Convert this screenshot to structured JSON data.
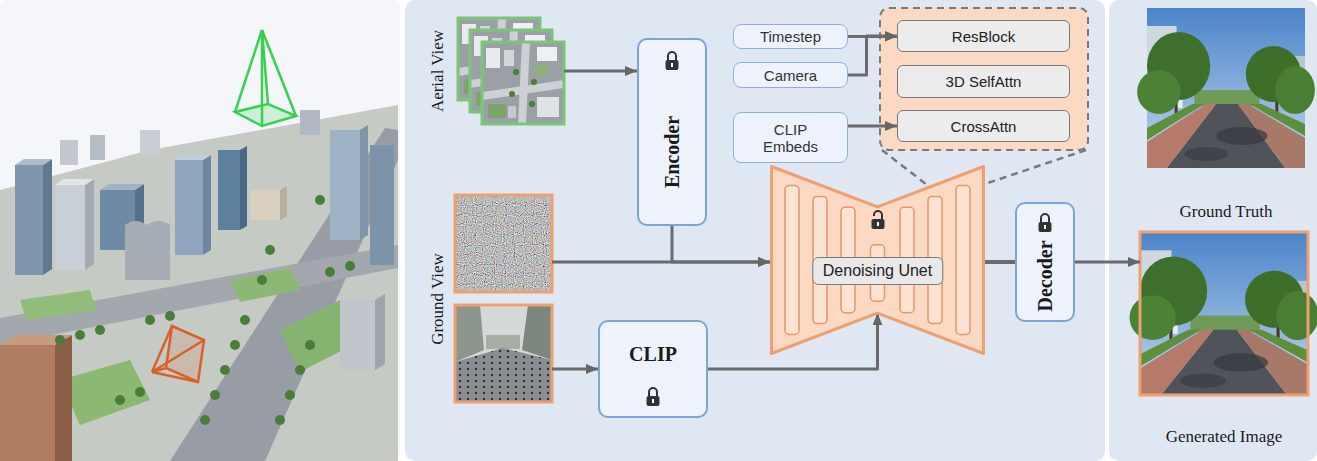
{
  "diagram": {
    "nodes": [
      {
        "text": [
          "Aerial View"
        ]
      },
      {
        "text": [
          "Encoder"
        ]
      },
      {
        "text": [
          "Timestep"
        ]
      },
      {
        "text": [
          "Camera"
        ]
      },
      {
        "text": [
          "CLIP Embeds"
        ]
      },
      {
        "text": [
          "ResBlock"
        ]
      },
      {
        "text": [
          "3D SelfAttn"
        ]
      },
      {
        "text": [
          "CrossAttn"
        ]
      },
      {
        "text": [
          "Ground View"
        ]
      },
      {
        "text": [
          "Denoising Unet"
        ]
      },
      {
        "text": [
          "CLIP"
        ]
      },
      {
        "text": [
          "Decoder"
        ]
      },
      {
        "text": [
          "Ground Truth"
        ]
      },
      {
        "text": [
          "Generated Image"
        ]
      }
    ],
    "edges": [
      {
        "from": 0,
        "to": 1,
        "arrow": "to"
      },
      {
        "from": 2,
        "to": 5,
        "arrow": "to"
      },
      {
        "from": 3,
        "to": 5,
        "arrow": "to"
      },
      {
        "from": 4,
        "to": 7,
        "arrow": "to"
      },
      {
        "from": 1,
        "to": 9,
        "arrow": "to"
      },
      {
        "from": 8,
        "to": 9,
        "arrow": "to"
      },
      {
        "from": 8,
        "to": 10,
        "arrow": "to"
      },
      {
        "from": 10,
        "to": 9,
        "arrow": "to"
      },
      {
        "from": 9,
        "to": 11,
        "arrow": "none"
      },
      {
        "from": 11,
        "to": 13,
        "arrow": "to"
      }
    ]
  }
}
